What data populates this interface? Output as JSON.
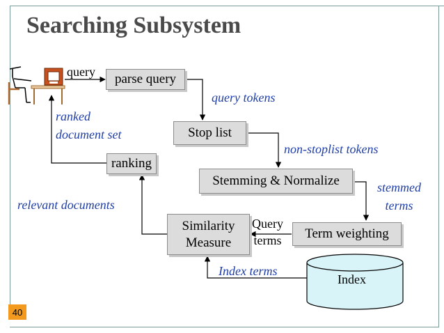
{
  "title": "Searching Subsystem",
  "page_number": "40",
  "colors": {
    "accent_blue": "#1f3ea8",
    "box_fill": "#dcdcdc",
    "index_fill": "#d8f4f8",
    "page_badge": "#f39a1e",
    "frame": "#7a9a9a"
  },
  "icons": {
    "user": "person-at-computer-icon"
  },
  "boxes": {
    "parse_query": "parse query",
    "stop_list": "Stop list",
    "stemming": "Stemming & Normalize",
    "ranking": "ranking",
    "similarity_line1": "Similarity",
    "similarity_line2": "Measure",
    "term_weighting": "Term weighting",
    "index": "Index"
  },
  "labels": {
    "query": "query",
    "query_tokens": "query tokens",
    "ranked_line1": "ranked",
    "ranked_line2": "document set",
    "non_stoplist_tokens": "non-stoplist tokens",
    "stemmed_line1": "stemmed",
    "stemmed_line2": "terms",
    "relevant_documents": "relevant documents",
    "query_terms_line1": "Query",
    "query_terms_line2": "terms",
    "index_terms": "Index terms"
  }
}
